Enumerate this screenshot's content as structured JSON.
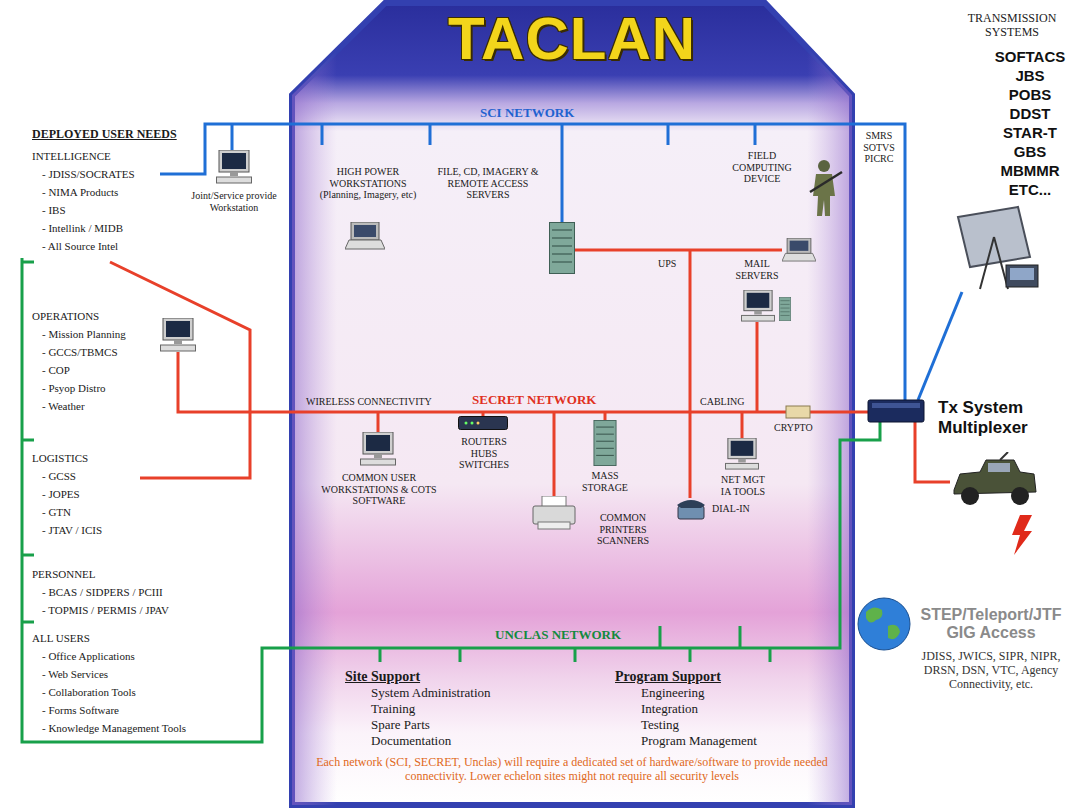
{
  "diagram": {
    "nodes": [
      {
        "text": [
          "TACLAN"
        ]
      },
      {
        "text": [
          "Site Support",
          "System Administration",
          "Training",
          "Spare Parts",
          "Documentation"
        ],
        "in": 0
      },
      {
        "text": [
          "Program Support",
          "Engineering",
          "Integration",
          "Testing",
          "Program Management"
        ],
        "in": 0
      }
    ],
    "labels": [
      "DEPLOYED USER NEEDS",
      "INTELLIGENCE",
      "- JDISS/SOCRATES",
      "- NIMA Products",
      "- IBS",
      "- Intellink / MIDB",
      "- All Source Intel",
      "OPERATIONS",
      "- Mission Planning",
      "- GCCS/TBMCS",
      "- COP",
      "- Psyop Distro",
      "- Weather",
      "LOGISTICS",
      "- GCSS",
      "- JOPES",
      "- GTN",
      "- JTAV / ICIS",
      "PERSONNEL",
      "- BCAS / SIDPERS / PCIII",
      "- TOPMIS / PERMIS / JPAV",
      "ALL USERS",
      "- Office Applications",
      "- Web Services",
      "- Collaboration Tools",
      "- Forms Software",
      "- Knowledge Management Tools",
      "SCI NETWORK",
      "Joint/Service provide Workstation",
      "HIGH POWER WORKSTATIONS (Planning, Imagery, etc)",
      "FILE, CD, IMAGERY & REMOTE ACCESS SERVERS",
      "SMRS SOTVS PICRC",
      "FIELD COMPUTING DEVICE",
      "UPS",
      "MAIL SERVERS",
      "WIRELESS CONNECTIVITY",
      "SECRET NETWORK",
      "CABLING",
      "CRYPTO",
      "COMMON USER WORKSTATIONS & COTS SOFTWARE",
      "ROUTERS HUBS SWITCHES",
      "MASS STORAGE",
      "NET MGT IA TOOLS",
      "COMMON PRINTERS SCANNERS",
      "DIAL-IN",
      "UNCLAS NETWORK",
      "Each network (SCI, SECRET, Unclas) will require a dedicated set of hardware/software to provide needed connectivity. Lower echelon sites might not require all security levels",
      "TRANSMISSION SYSTEMS",
      "SOFTACS",
      "JBS",
      "POBS",
      "DDST",
      "STAR-T",
      "GBS",
      "MBMMR",
      "ETC...",
      "Tx System Multiplexer",
      "STEP/Teleport/JTF GIG Access",
      "JDISS, JWICS, SIPR, NIPR, DRSN, DSN, VTC, Agency Connectivity, etc."
    ]
  }
}
